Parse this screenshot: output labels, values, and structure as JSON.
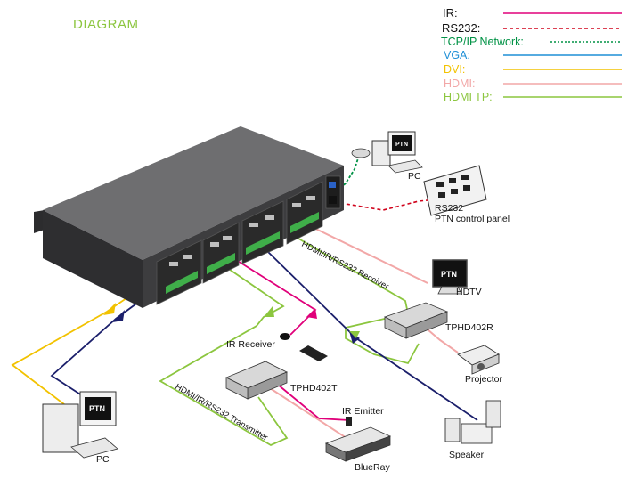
{
  "title": "DIAGRAM",
  "legend": [
    {
      "label": "IR:",
      "color": "#e0007a",
      "style": "solid"
    },
    {
      "label": "RS232:",
      "color": "#d0021b",
      "style": "dashed"
    },
    {
      "label": "TCP/IP Network:",
      "color": "#009245",
      "style": "dotted"
    },
    {
      "label": "VGA:",
      "color": "#1f8fd6",
      "style": "solid"
    },
    {
      "label": "DVI:",
      "color": "#f2c200",
      "style": "solid"
    },
    {
      "label": "HDMI:",
      "color": "#f2a7a7",
      "style": "solid"
    },
    {
      "label": "HDMI TP:",
      "color": "#8cc63f",
      "style": "solid"
    }
  ],
  "legend_text_colors": [
    "#111111",
    "#111111",
    "#009245",
    "#1f8fd6",
    "#f2c200",
    "#f2a7a7",
    "#8cc63f"
  ],
  "devices": {
    "pc_top": "PC",
    "rs232_panel_1": "RS232",
    "rs232_panel_2": "PTN control panel",
    "hdtv": "HDTV",
    "tphd402r": "TPHD402R",
    "projector": "Projector",
    "ir_receiver": "IR Receiver",
    "tphd402t": "TPHD402T",
    "ir_emitter": "IR Emitter",
    "blueray": "BlueRay",
    "speaker": "Speaker",
    "pc_bottom": "PC"
  },
  "link_labels": {
    "receiver": "HDMI/IR/RS232 Receiver",
    "transmitter": "HDMI/IR/RS232 Transmitter"
  },
  "brand": "PTN",
  "colors": {
    "cable_navy": "#1b1f6b",
    "chassis_top": "#6e6e70",
    "chassis_front": "#3d3d3f",
    "port_green": "#3fae49"
  }
}
